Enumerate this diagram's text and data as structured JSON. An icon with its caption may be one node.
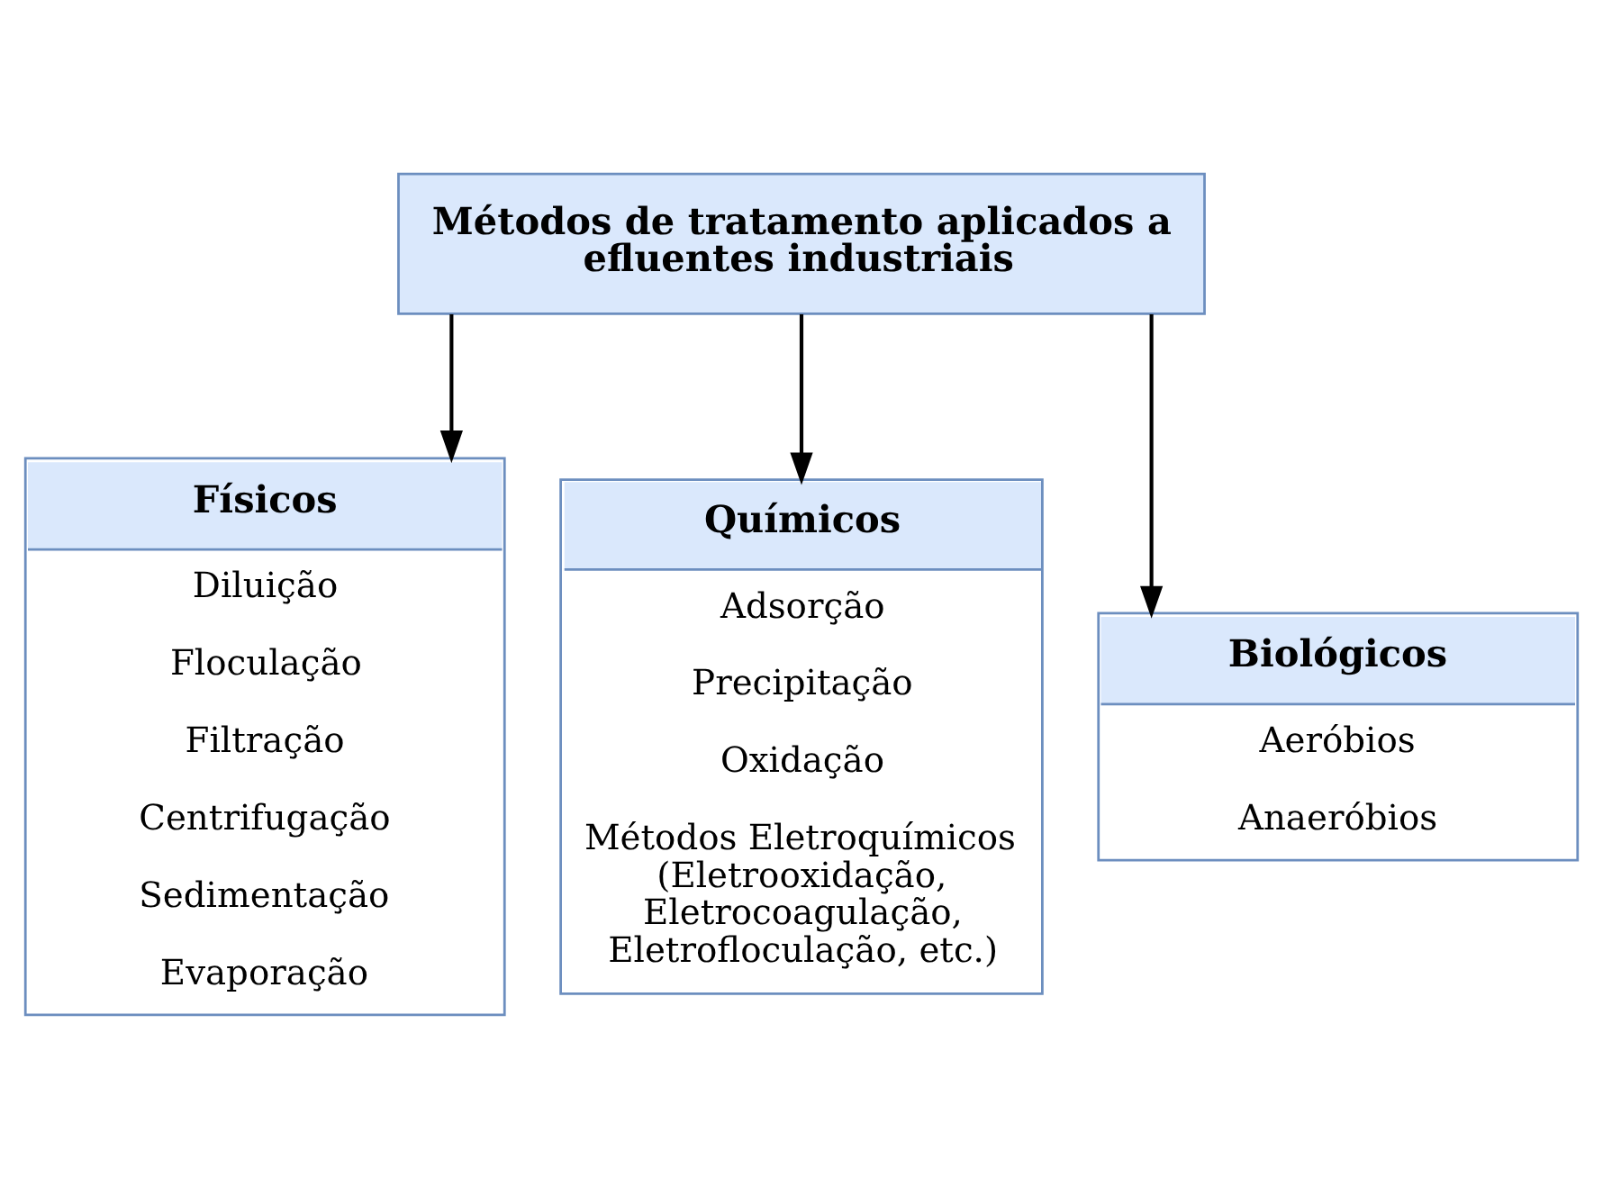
{
  "diagram": {
    "nodes": [
      {
        "text": [
          "Métodos de tratamento aplicados a efluentes industriais"
        ]
      },
      {
        "text": [
          "Físicos",
          "Diluição",
          "Floculação",
          "Filtração",
          "Centrifugação",
          "Sedimentação",
          "Evaporação"
        ]
      },
      {
        "text": [
          "Químicos",
          "Adsorção",
          "Precipitação",
          "Oxidação",
          "Métodos Eletroquímicos (Eletrooxidação, Eletrocoagulação, Eletrofloculação, etc.)"
        ]
      },
      {
        "text": [
          "Biológicos",
          "Aeróbios",
          "Anaeróbios"
        ]
      }
    ],
    "edges": [
      {
        "from": 0,
        "to": 1,
        "arrow": "to"
      },
      {
        "from": 0,
        "to": 2,
        "arrow": "to"
      },
      {
        "from": 0,
        "to": 3,
        "arrow": "to"
      }
    ]
  }
}
